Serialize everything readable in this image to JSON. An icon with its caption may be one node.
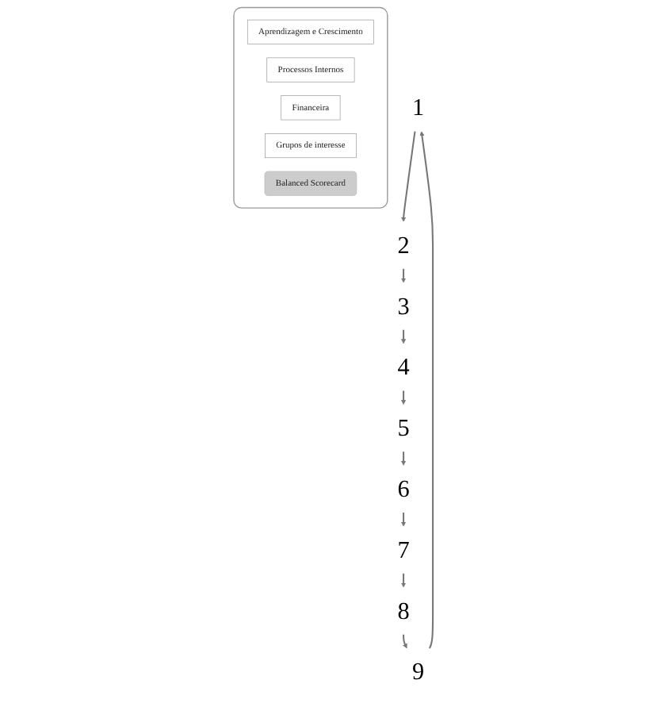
{
  "diagram": {
    "nodes": [
      {
        "text": [
          "1"
        ]
      },
      {
        "text": [
          "2"
        ]
      },
      {
        "text": [
          "3"
        ]
      },
      {
        "text": [
          "4"
        ]
      },
      {
        "text": [
          "5"
        ]
      },
      {
        "text": [
          "6"
        ]
      },
      {
        "text": [
          "7"
        ]
      },
      {
        "text": [
          "8"
        ]
      },
      {
        "text": [
          "9"
        ]
      },
      {
        "text": [],
        "shape": "box"
      },
      {
        "text": [
          "Aprendizagem e Crescimento"
        ],
        "in": 9
      },
      {
        "text": [
          "Processos Internos"
        ],
        "in": 9
      },
      {
        "text": [
          "Financeira"
        ],
        "in": 9
      },
      {
        "text": [
          "Grupos de interesse"
        ],
        "in": 9
      },
      {
        "text": [
          "Balanced Scorecard"
        ],
        "in": 9
      }
    ],
    "edges": [
      {
        "from": 8,
        "to": 0,
        "arrow": "to"
      },
      {
        "from": 0,
        "to": 1,
        "arrow": "to"
      },
      {
        "from": 1,
        "to": 2,
        "arrow": "to"
      },
      {
        "from": 2,
        "to": 3,
        "arrow": "to"
      },
      {
        "from": 3,
        "to": 4,
        "arrow": "to"
      },
      {
        "from": 4,
        "to": 5,
        "arrow": "to"
      },
      {
        "from": 5,
        "to": 6,
        "arrow": "to"
      },
      {
        "from": 6,
        "to": 7,
        "arrow": "to"
      },
      {
        "from": 7,
        "to": 8,
        "arrow": "to"
      }
    ]
  }
}
